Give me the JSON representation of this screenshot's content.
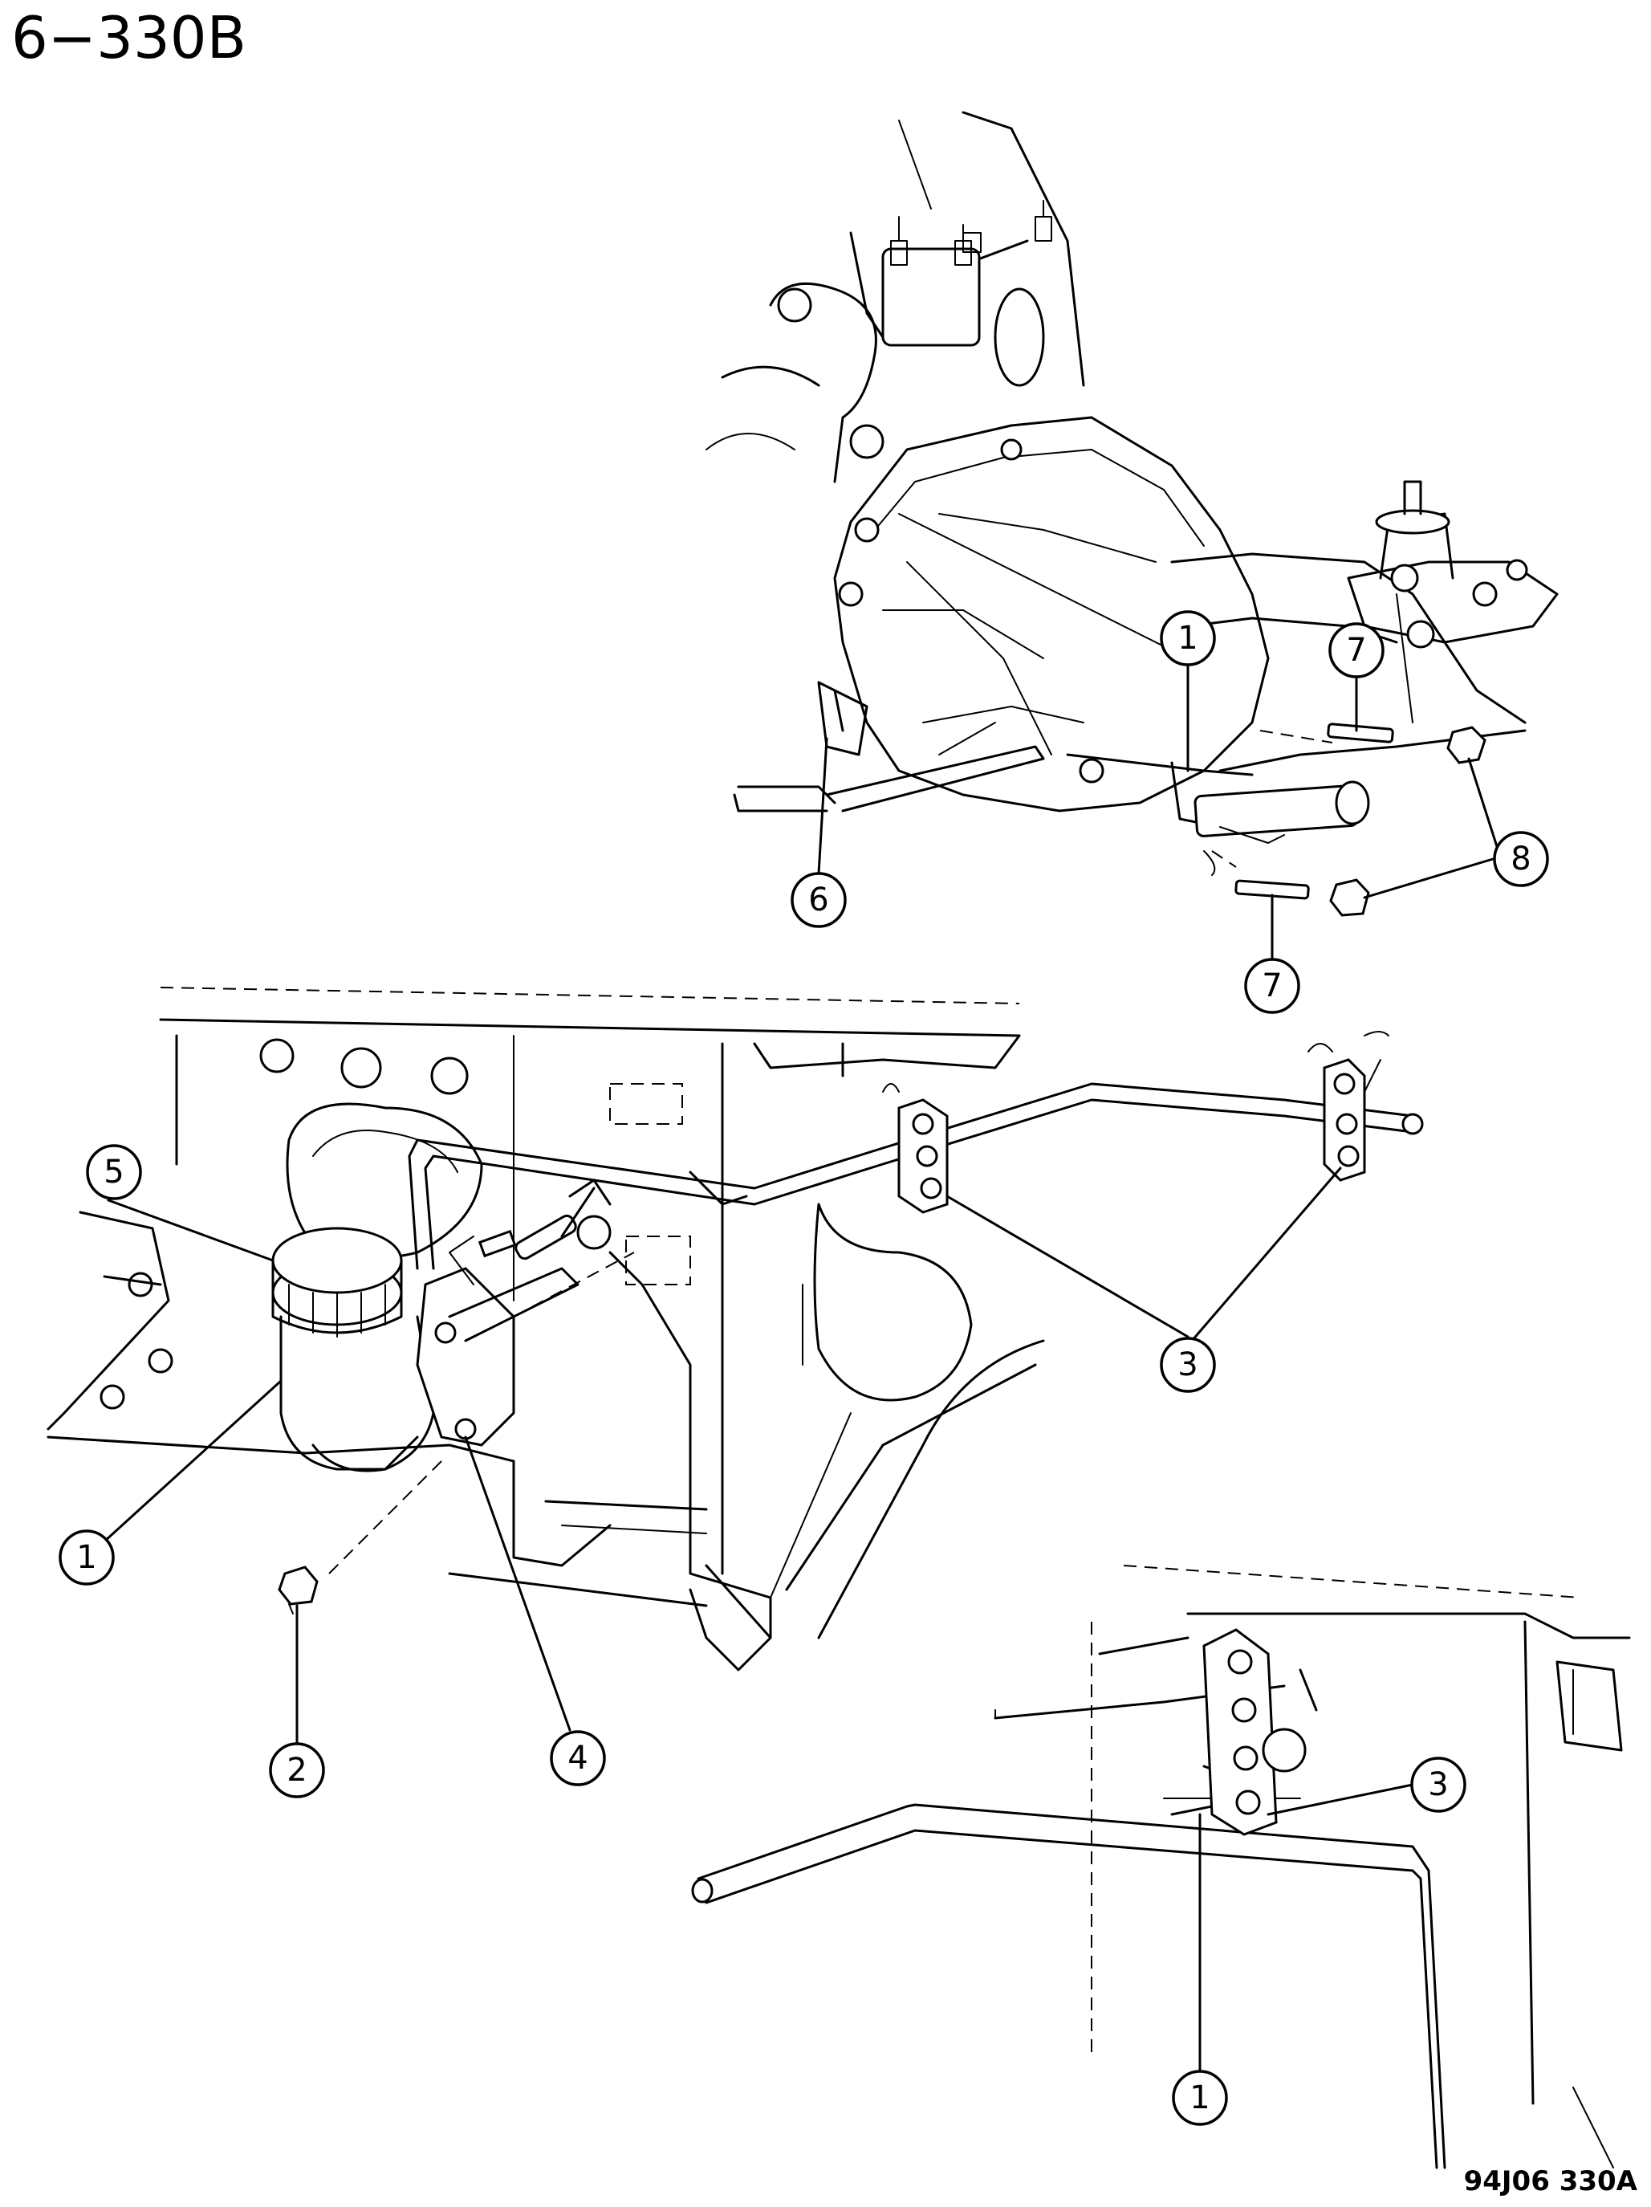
{
  "header": {
    "page_code": "6−330B"
  },
  "footer": {
    "figure_code": "94J06 330A"
  },
  "callouts": {
    "c1_top": "1",
    "c1_left": "1",
    "c1_bottom": "1",
    "c2": "2",
    "c3_mid": "3",
    "c3_right": "3",
    "c4": "4",
    "c5": "5",
    "c6": "6",
    "c7_top": "7",
    "c7_bottom": "7",
    "c8": "8"
  }
}
